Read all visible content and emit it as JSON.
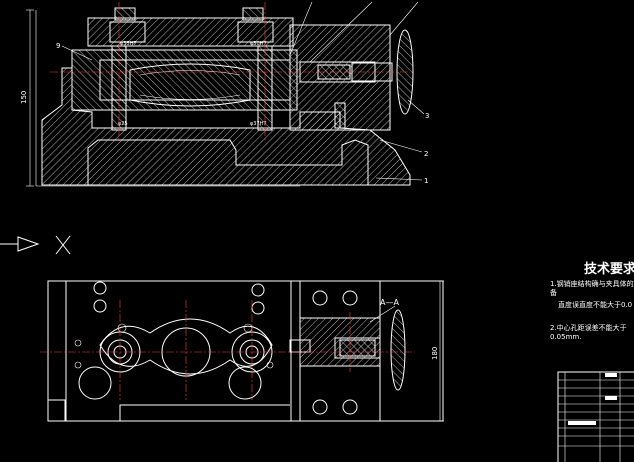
{
  "drawing": {
    "tech_requirements": {
      "title": "技术要求",
      "item1_line1": "1.钢销座结构确与夹具体的",
      "item1_line2": "备",
      "item1_line3": "直度误直度不能大于0.0",
      "item2_line1": "2.中心孔距误差不能大于",
      "item2_line2": "0.05mm."
    },
    "front_view": {
      "dimension_height": "150",
      "part_labels": [
        "9",
        "3",
        "2",
        "1"
      ],
      "dim_tags": [
        "φ35H7",
        "φ30H7",
        "φ25",
        "φ37H7"
      ]
    },
    "plan_view": {
      "dimension_height": "180",
      "section_label": "A—A"
    },
    "colors": {
      "background": "#000000",
      "lines": "#ffffff",
      "centerlines": "#ff3b3b"
    }
  }
}
